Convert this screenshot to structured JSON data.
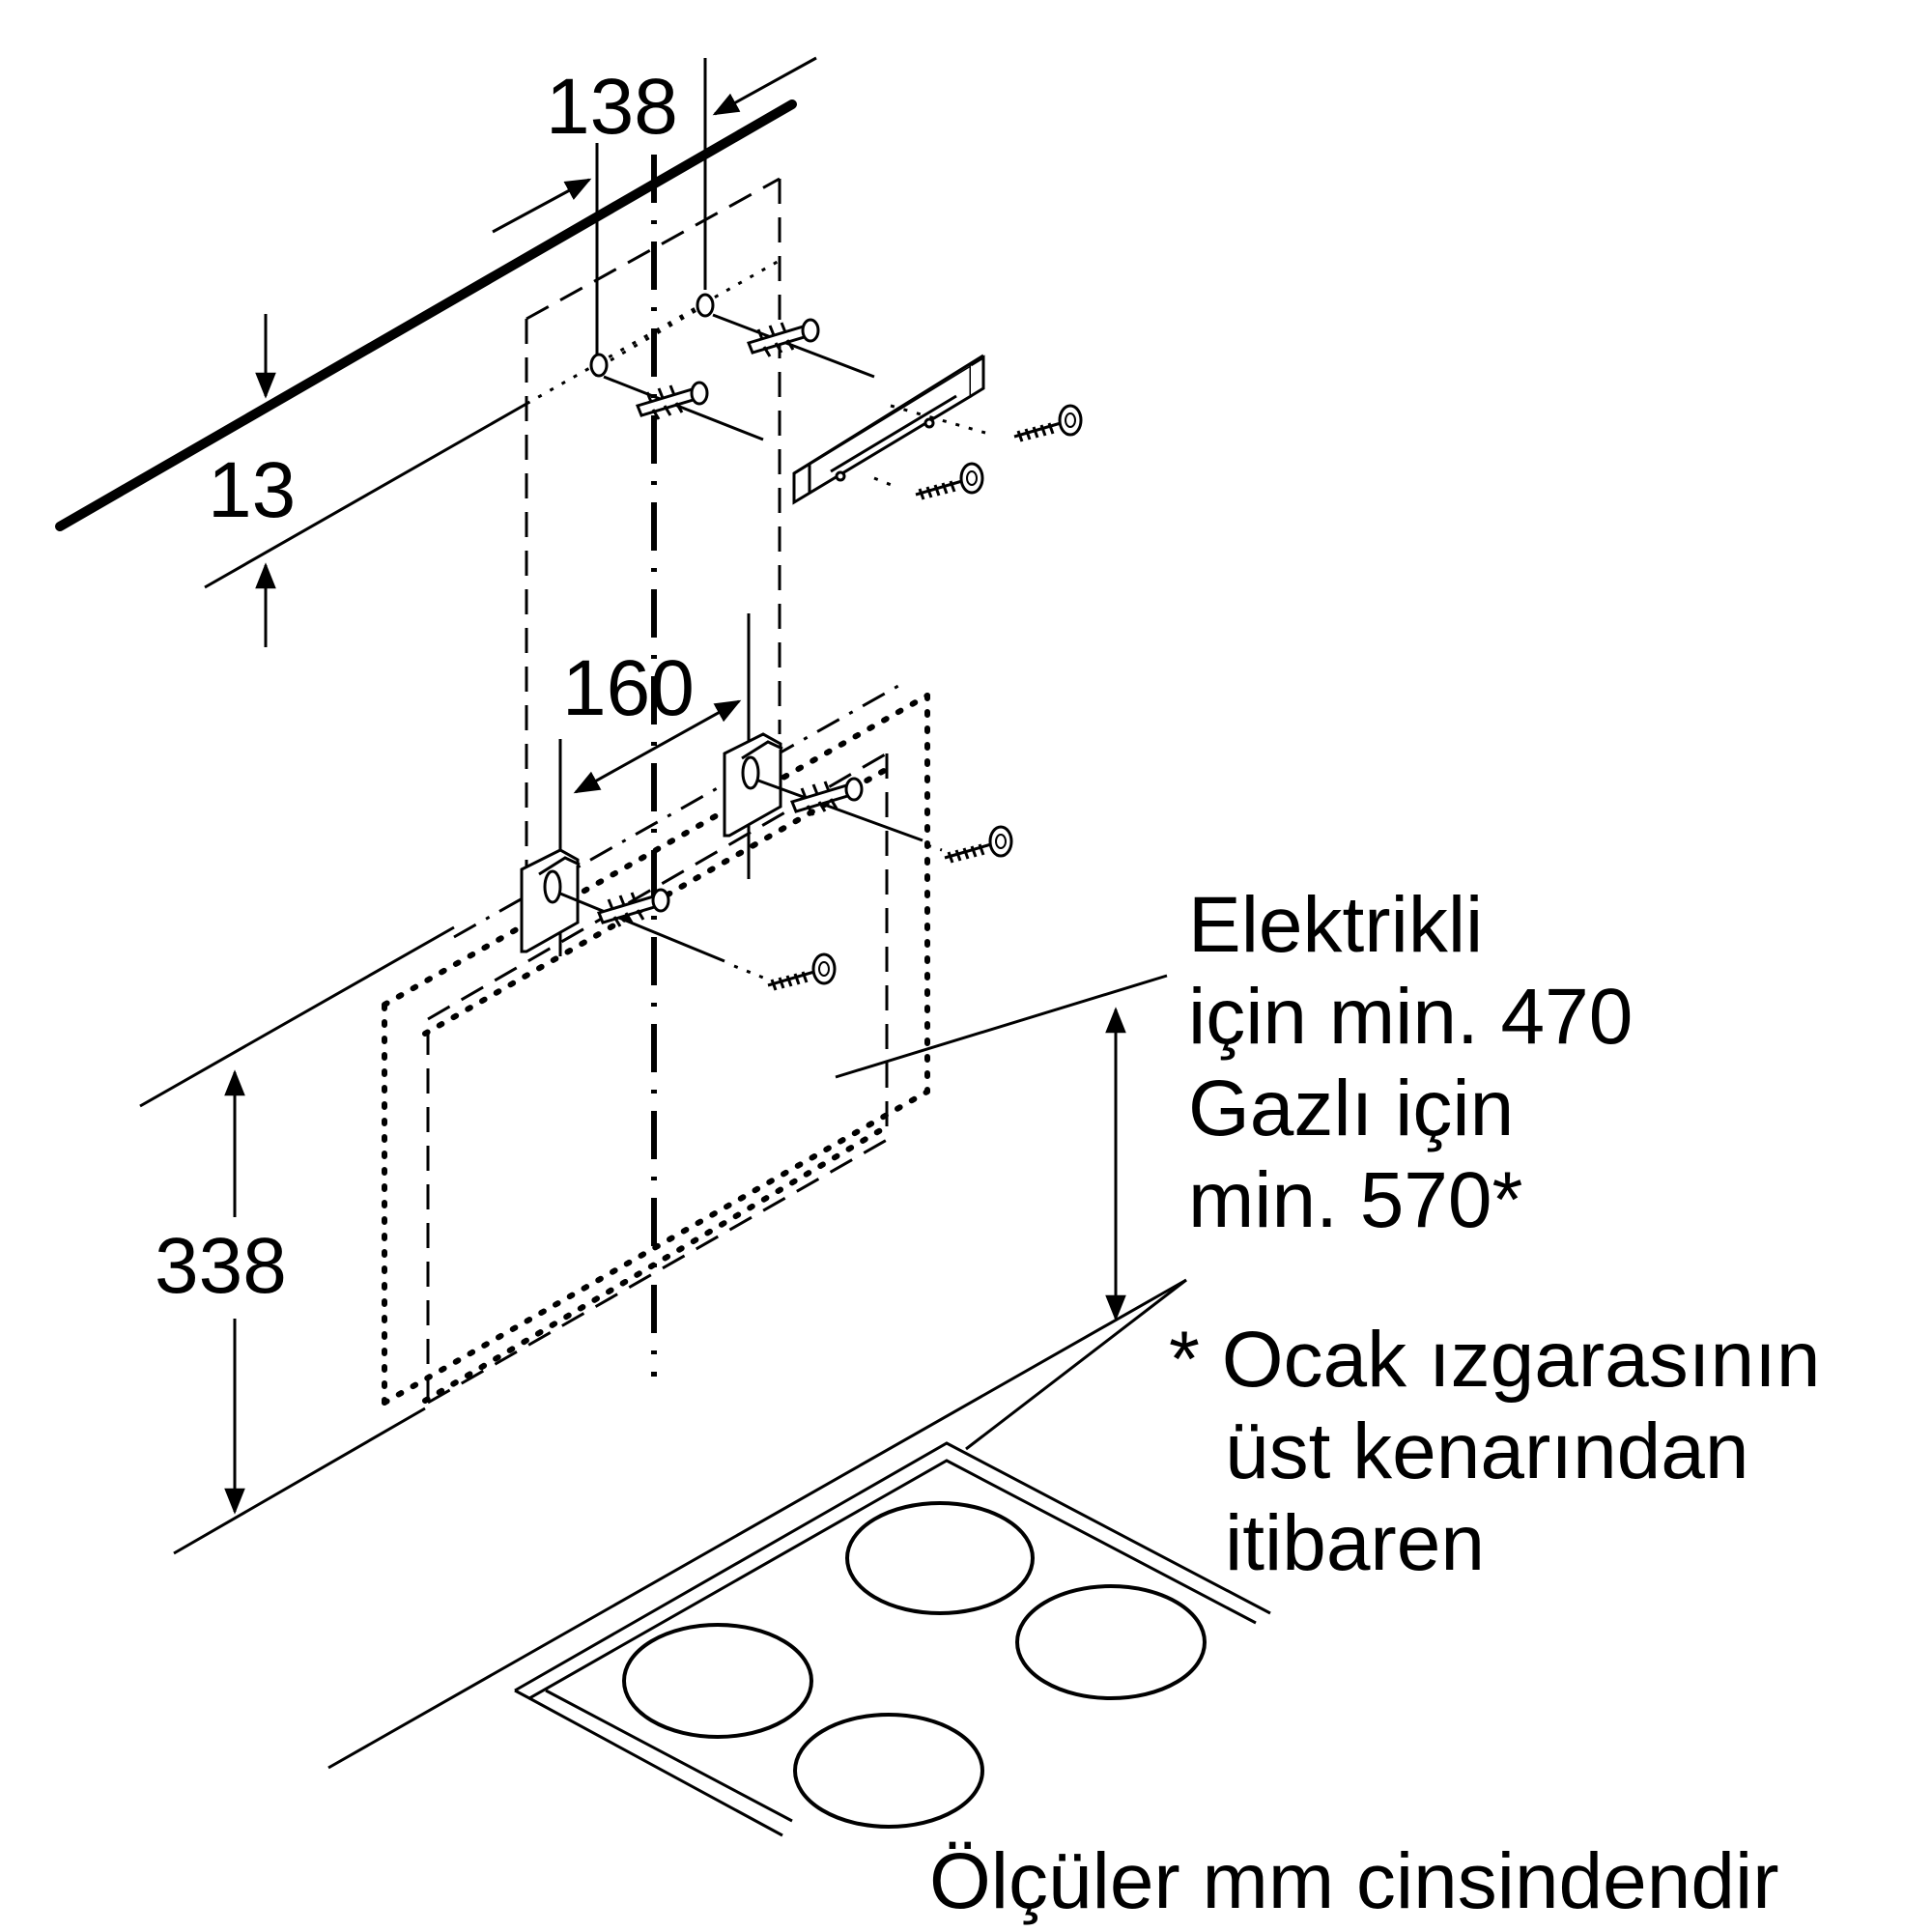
{
  "dimensions": {
    "bracket_spacing_top": "138",
    "wall_offset": "13",
    "bracket_spacing_bottom": "160",
    "hood_height": "338"
  },
  "note": {
    "line1": "Elektrikli",
    "line2": "için min. 470",
    "line3": "Gazlı için",
    "line4": "min. 570*"
  },
  "footnote": {
    "line1": "* Ocak ızgarasının",
    "line2": "üst kenarından",
    "line3": "itibaren"
  },
  "units_label": "Ölçüler mm cinsindendir"
}
